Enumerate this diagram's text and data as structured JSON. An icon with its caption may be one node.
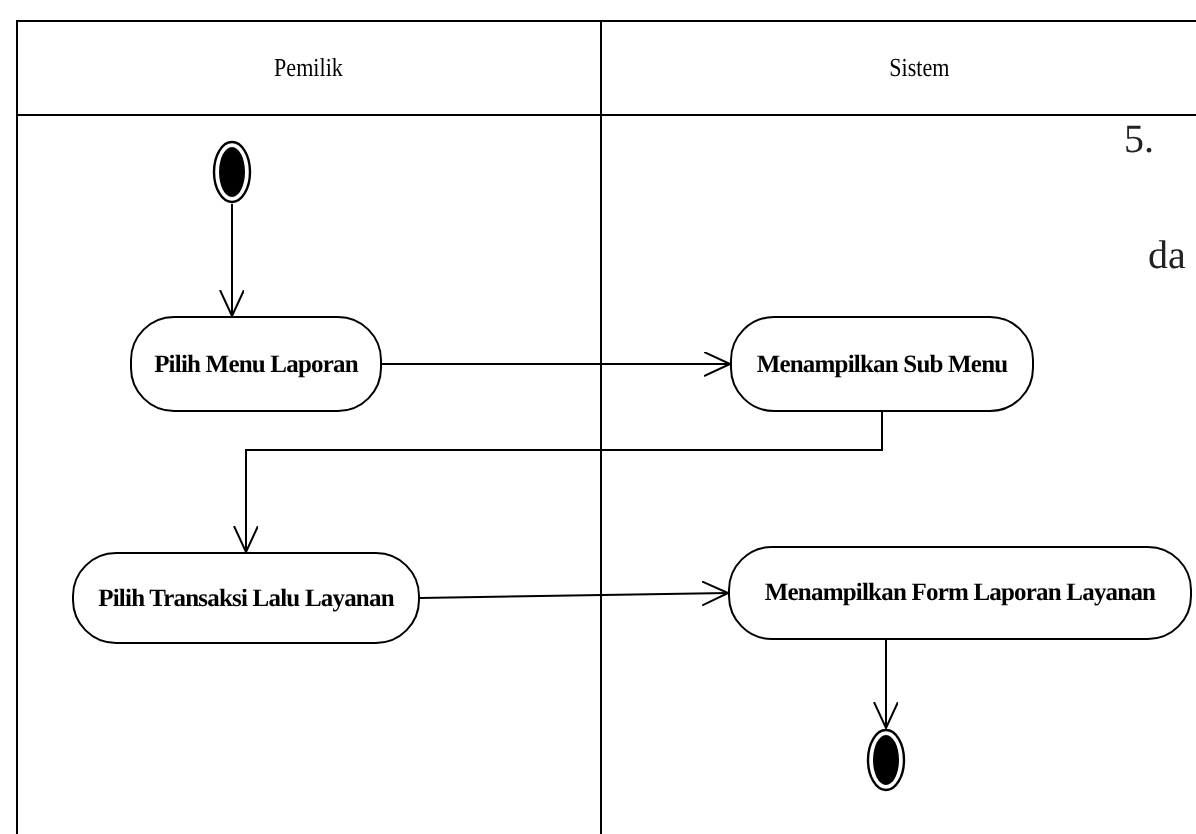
{
  "diagram": {
    "nodes": [
      {
        "text": [
          "Pemilik"
        ]
      },
      {
        "text": [
          "Sistem"
        ]
      },
      {
        "text": [],
        "shape": "circle",
        "in": 0
      },
      {
        "text": [
          "Pilih Menu Laporan"
        ],
        "in": 0
      },
      {
        "text": [
          "Menampilkan Sub Menu"
        ],
        "in": 1
      },
      {
        "text": [
          "Pilih Transaksi Lalu Layanan"
        ],
        "in": 0
      },
      {
        "text": [
          "Menampilkan Form Laporan Layanan"
        ],
        "in": 1
      },
      {
        "text": [],
        "shape": "circle",
        "in": 1
      }
    ],
    "edges": [
      {
        "from": 2,
        "to": 3,
        "arrow": "to"
      },
      {
        "from": 3,
        "to": 4,
        "arrow": "to"
      },
      {
        "from": 4,
        "to": 5,
        "arrow": "to"
      },
      {
        "from": 5,
        "to": 6,
        "arrow": "to"
      },
      {
        "from": 6,
        "to": 7,
        "arrow": "to"
      }
    ],
    "labels": [
      "5.",
      "da"
    ]
  }
}
